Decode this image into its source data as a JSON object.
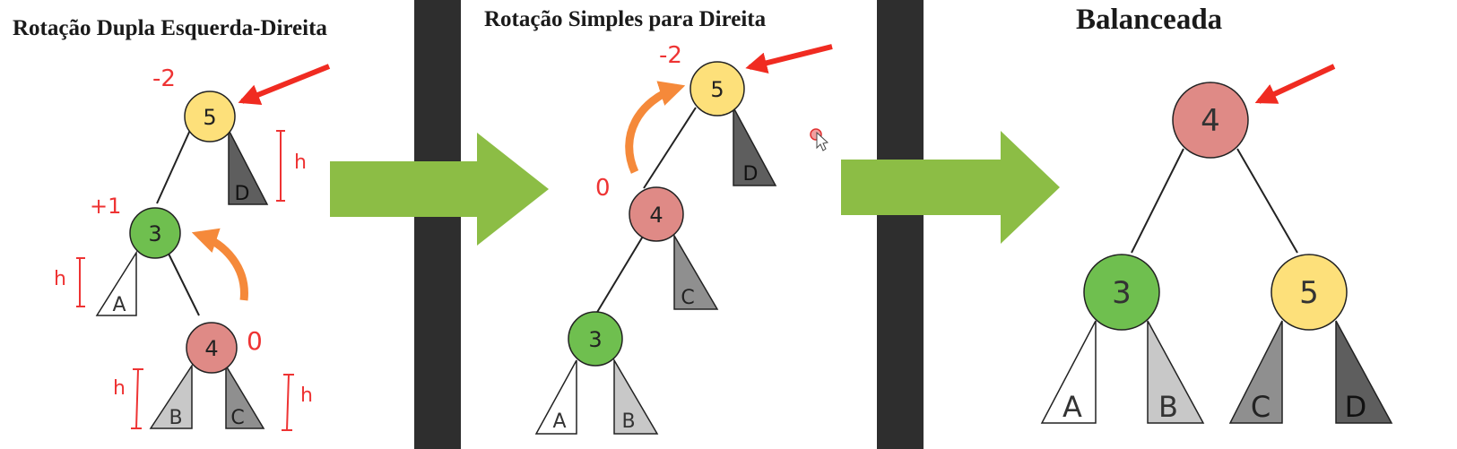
{
  "panels": [
    {
      "title": "Rotação Dupla Esquerda-Direita",
      "nodes": [
        {
          "label": "5",
          "color": "#fde07a"
        },
        {
          "label": "3",
          "color": "#6fbf4f"
        },
        {
          "label": "4",
          "color": "#df8a86"
        }
      ],
      "subtrees": [
        "A",
        "B",
        "C",
        "D"
      ],
      "annotations": {
        "root_balance": "-2",
        "left_balance": "+1",
        "node4_balance": "0",
        "height": "h"
      }
    },
    {
      "title": "Rotação Simples para Direita",
      "nodes": [
        {
          "label": "5",
          "color": "#fde07a"
        },
        {
          "label": "4",
          "color": "#df8a86"
        },
        {
          "label": "3",
          "color": "#6fbf4f"
        }
      ],
      "subtrees": [
        "A",
        "B",
        "C",
        "D"
      ],
      "annotations": {
        "root_balance": "-2",
        "node4_balance": "0"
      }
    },
    {
      "title": "Balanceada",
      "nodes": [
        {
          "label": "4",
          "color": "#df8a86"
        },
        {
          "label": "3",
          "color": "#6fbf4f"
        },
        {
          "label": "5",
          "color": "#fde07a"
        }
      ],
      "subtrees": [
        "A",
        "B",
        "C",
        "D"
      ]
    }
  ],
  "colors": {
    "divider": "#2e2e2e",
    "green_arrow": "#8cbd45",
    "red_arrow": "#f02b21",
    "orange_arrow": "#f5893a",
    "annotation": "#ee3333"
  }
}
